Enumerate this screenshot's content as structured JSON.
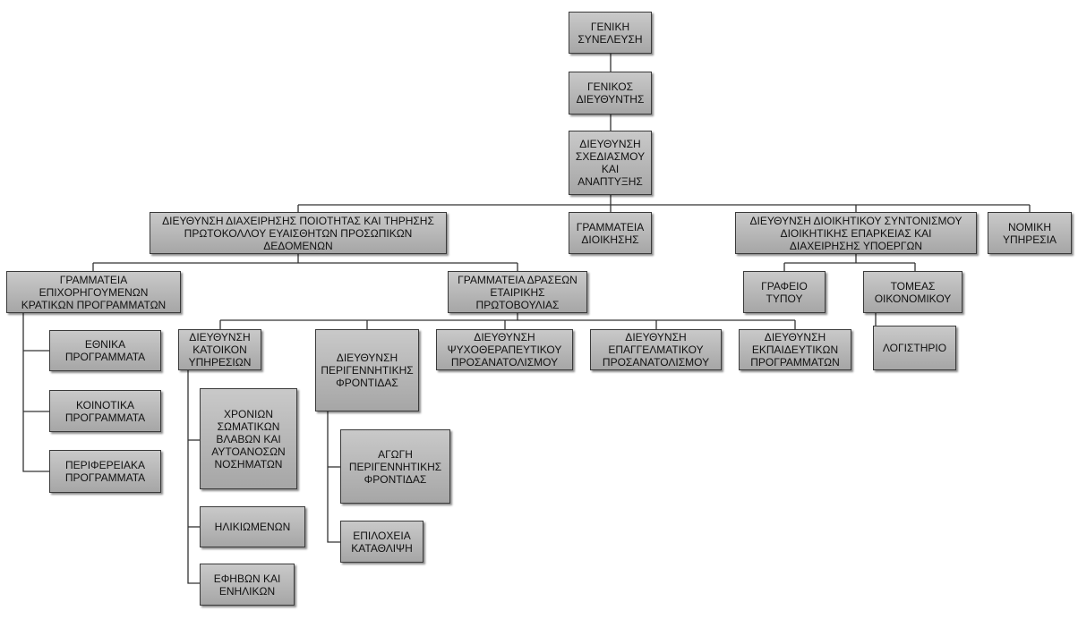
{
  "chart": {
    "nodes": {
      "geniki_synelefsi": "ΓΕΝΙΚΗ\nΣΥΝΕΛΕΥΣΗ",
      "genikos_diefthyntis": "ΓΕΝΙΚΟΣ\nΔΙΕΥΘΥΝΤΗΣ",
      "dieft_sxediasmou": "ΔΙΕΥΘΥΝΣΗ\nΣΧΕΔΙΑΣΜΟΥ\nΚΑΙ\nΑΝΑΠΤΥΞΗΣ",
      "dieft_poiotitas": "ΔΙΕΥΘΥΝΣΗ ΔΙΑΧΕΙΡΗΣΗΣ ΠΟΙΟΤΗΤΑΣ ΚΑΙ ΤΗΡΗΣΗΣ\nΠΡΩΤΟΚΟΛΛΟΥ ΕΥΑΙΣΘΗΤΩΝ ΠΡΟΣΩΠΙΚΩΝ\nΔΕΔΟΜΕΝΩΝ",
      "grammateia_dioikisis": "ΓΡΑΜΜΑΤΕΙΑ\nΔΙΟΙΚΗΣΗΣ",
      "dieft_dioikitikou": "ΔΙΕΥΘΥΝΣΗ ΔΙΟΙΚΗΤΙΚΟΥ ΣΥΝΤΟΝΙΣΜΟΥ\nΔΙΟΙΚΗΤΙΚΗΣ ΕΠΑΡΚΕΙΑΣ ΚΑΙ\nΔΙΑΧΕΙΡΗΣΗΣ ΥΠΟΕΡΓΩΝ",
      "nomiki_ypiresia": "ΝΟΜΙΚΗ\nΥΠΗΡΕΣΙΑ",
      "grammateia_epixorigoumenon": "ΓΡΑΜΜΑΤΕΙΑ\nΕΠΙΧΟΡΗΓΟΥΜΕΝΩΝ\nΚΡΑΤΙΚΩΝ ΠΡΟΓΡΑΜΜΑΤΩΝ",
      "grammateia_draseon": "ΓΡΑΜΜΑΤΕΙΑ ΔΡΑΣΕΩΝ\nΕΤΑΙΡΙΚΗΣ\nΠΡΩΤΟΒΟΥΛΙΑΣ",
      "grafeio_typou": "ΓΡΑΦΕΙΟ\nΤΥΠΟΥ",
      "tomeas_oikonomikou": "ΤΟΜΕΑΣ\nΟΙΚΟΝΟΜΙΚΟΥ",
      "ethnika": "ΕΘΝΙΚΑ\nΠΡΟΓΡΑΜΜΑΤΑ",
      "koinotika": "ΚΟΙΝΟΤΙΚΑ\nΠΡΟΓΡΑΜΜΑΤΑ",
      "perifereiaka": "ΠΕΡΙΦΕΡΕΙΑΚΑ\nΠΡΟΓΡΑΜΜΑΤΑ",
      "dieft_katoikon": "ΔΙΕΥΘΥΝΣΗ\nΚΑΤΟΙΚΟΝ\nΥΠΗΡΕΣΙΩΝ",
      "dieft_perigennitikis": "ΔΙΕΥΘΥΝΣΗ\nΠΕΡΙΓΕΝΝΗΤΙΚΗΣ\nΦΡΟΝΤΙΔΑΣ",
      "dieft_psyxotherapeftikou": "ΔΙΕΥΘΥΝΣΗ\nΨΥΧΟΘΕΡΑΠΕΥΤΙΚΟΥ\nΠΡΟΣΑΝΑΤΟΛΙΣΜΟΥ",
      "dieft_epaggelmatikou": "ΔΙΕΥΘΥΝΣΗ\nΕΠΑΓΓΕΛΜΑΤΙΚΟΥ\nΠΡΟΣΑΝΑΤΟΛΙΣΜΟΥ",
      "dieft_ekpaideftikon": "ΔΙΕΥΘΥΝΣΗ\nΕΚΠΑΙΔΕΥΤΙΚΩΝ\nΠΡΟΓΡΑΜΜΑΤΩΝ",
      "logistirio": "ΛΟΓΙΣΤΗΡΙΟ",
      "xronion": "ΧΡΟΝΙΩΝ\nΣΩΜΑΤΙΚΩΝ\nΒΛΑΒΩΝ ΚΑΙ\nΑΥΤΟΑΝΟΣΩΝ\nΝΟΣΗΜΑΤΩΝ",
      "ilikiomenon": "ΗΛΙΚΙΩΜΕΝΩΝ",
      "efivon": "ΕΦΗΒΩΝ ΚΑΙ\nΕΝΗΛΙΚΩΝ",
      "agogi": "ΑΓΩΓΗ\nΠΕΡΙΓΕΝΝΗΤΙΚΗΣ\nΦΡΟΝΤΙΔΑΣ",
      "epiloxeia": "ΕΠΙΛΟΧΕΙΑ\nΚΑΤΑΘΛΙΨΗ"
    }
  }
}
